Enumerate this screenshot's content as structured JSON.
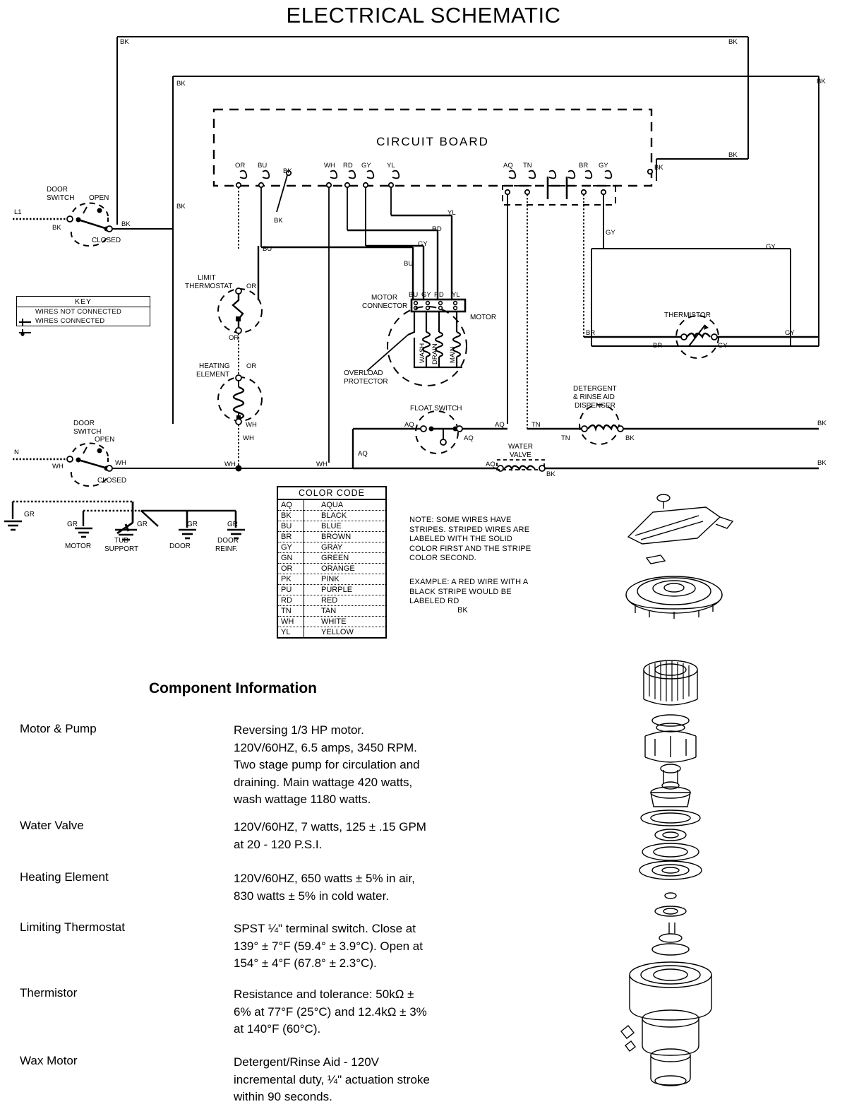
{
  "page": {
    "title": "ELECTRICAL SCHEMATIC"
  },
  "schematic": {
    "circuit_board_label": "CIRCUIT BOARD",
    "line_terminals": {
      "l1": "L1",
      "n": "N"
    },
    "components": {
      "door_switch_top": {
        "name": "DOOR\nSWITCH",
        "open": "OPEN",
        "closed": "CLOSED",
        "in_wire": "BK",
        "out_wire": "BK"
      },
      "door_switch_bottom": {
        "name": "DOOR\nSWITCH",
        "open": "OPEN",
        "closed": "CLOSED",
        "in_wire": "WH",
        "out_wire": "WH"
      },
      "limit_thermostat": {
        "name": "LIMIT\nTHERMOSTAT",
        "top_wire": "OR",
        "bottom_wire": "OR"
      },
      "heating_element": {
        "name": "HEATING\nELEMENT",
        "top_wire": "OR",
        "bottom_wire": "WH"
      },
      "motor_connector": {
        "name": "MOTOR\nCONNECTOR",
        "terminals": [
          "BU",
          "GY",
          "RD",
          "YL"
        ]
      },
      "motor": {
        "name": "MOTOR",
        "windings": [
          "WASH",
          "DRAIN",
          "MAIN"
        ],
        "overload": "OVERLOAD\nPROTECTOR"
      },
      "float_switch": {
        "name": "FLOAT SWITCH",
        "left_wire": "AQ",
        "right_wire": "AQ"
      },
      "water_valve": {
        "name": "WATER\nVALVE",
        "left_wire": "AQ",
        "right_wire": "BK"
      },
      "thermistor": {
        "name": "THERMISTOR",
        "left_wire": "BR",
        "right_wire": "GY"
      },
      "dispenser": {
        "name": "DETERGENT\n& RINSE AID\nDISPENSER",
        "left_wire": "TN",
        "right_wire": "BK"
      }
    },
    "circuit_board_terminals": [
      "OR",
      "BU",
      "BK",
      "WH",
      "RD",
      "GY",
      "YL",
      "AQ",
      "TN",
      "BR",
      "GY"
    ],
    "wire_labels": {
      "bk_top_left": "BK",
      "bk_inner_left": "BK",
      "bk_left_mid": "BK",
      "bk_switch_out": "BK",
      "bk_mid": "BK",
      "bk_top_right": "BK",
      "bk_right_edge": "BK",
      "bk_right_lower": "BK",
      "bk_cb_right": "BK",
      "bk_bottom_right_1": "BK",
      "bk_bottom_right_2": "BK",
      "bu_1": "BU",
      "bu_2": "BU",
      "bu_3": "BU",
      "yl_1": "YL",
      "rd_1": "RD",
      "gy_1": "GY",
      "gy_2": "GY",
      "gy_3": "GY",
      "gy_4": "GY",
      "gy_5": "GY",
      "br_1": "BR",
      "wh_1": "WH",
      "wh_2": "WH",
      "wh_3": "WH",
      "aq_1": "AQ",
      "aq_2": "AQ",
      "tn_1": "TN"
    },
    "grounds": {
      "symbol_label": "GR",
      "items": [
        {
          "label": "GR",
          "name": ""
        },
        {
          "label": "GR",
          "name": "MOTOR"
        },
        {
          "label": "GR",
          "name": "TUB\nSUPPORT"
        },
        {
          "label": "GR",
          "name": "DOOR"
        },
        {
          "label": "GR",
          "name": "DOOR\nREINF."
        }
      ]
    }
  },
  "key_box": {
    "header": "KEY",
    "rows": [
      "WIRES NOT CONNECTED",
      "WIRES CONNECTED"
    ]
  },
  "color_code": {
    "header": "COLOR CODE",
    "rows": [
      {
        "abbr": "AQ",
        "name": "AQUA"
      },
      {
        "abbr": "BK",
        "name": "BLACK"
      },
      {
        "abbr": "BU",
        "name": "BLUE"
      },
      {
        "abbr": "BR",
        "name": "BROWN"
      },
      {
        "abbr": "GY",
        "name": "GRAY"
      },
      {
        "abbr": "GN",
        "name": "GREEN"
      },
      {
        "abbr": "OR",
        "name": "ORANGE"
      },
      {
        "abbr": "PK",
        "name": "PINK"
      },
      {
        "abbr": "PU",
        "name": "PURPLE"
      },
      {
        "abbr": "RD",
        "name": "RED"
      },
      {
        "abbr": "TN",
        "name": "TAN"
      },
      {
        "abbr": "WH",
        "name": "WHITE"
      },
      {
        "abbr": "YL",
        "name": "YELLOW"
      }
    ]
  },
  "notes": {
    "note": "NOTE: SOME WIRES HAVE\nSTRIPES.  STRIPED WIRES ARE\nLABELED WITH THE SOLID\nCOLOR FIRST AND THE STRIPE\nCOLOR SECOND.",
    "example": "EXAMPLE: A RED WIRE WITH A\nBLACK STRIPE WOULD BE\nLABELED  RD",
    "example_stripe": "BK"
  },
  "component_information": {
    "heading": "Component Information",
    "rows": [
      {
        "name": "Motor & Pump",
        "value": "Reversing 1/3 HP motor.\n120V/60HZ, 6.5 amps, 3450 RPM.\nTwo stage pump for circulation and\ndraining.  Main wattage 420 watts,\nwash wattage 1180 watts."
      },
      {
        "name": "Water Valve",
        "value": "120V/60HZ, 7 watts, 125 ± .15 GPM\nat 20 - 120 P.S.I."
      },
      {
        "name": "Heating Element",
        "value": "120V/60HZ, 650 watts ± 5% in air,\n830 watts ± 5% in cold water."
      },
      {
        "name": "Limiting Thermostat",
        "value": "SPST ¼\" terminal switch.  Close at\n139° ± 7°F (59.4° ± 3.9°C).  Open at\n154° ± 4°F (67.8° ± 2.3°C)."
      },
      {
        "name": "Thermistor",
        "value": "Resistance and tolerance:  50kΩ ±\n6% at 77°F (25°C) and 12.4kΩ  ± 3%\nat 140°F (60°C)."
      },
      {
        "name": "Wax Motor",
        "value": "Detergent/Rinse Aid - 120V\nincremental duty, ¼\" actuation stroke\nwithin 90 seconds."
      }
    ]
  }
}
